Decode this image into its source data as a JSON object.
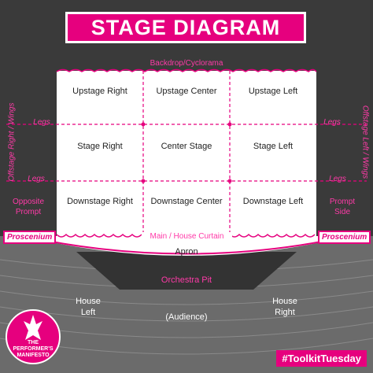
{
  "title": "STAGE DIAGRAM",
  "backdrop": "Backdrop/Cyclorama",
  "offstage_right": "Offstage Right / Wings",
  "offstage_left": "Offstage Left / Wings",
  "legs": "Legs",
  "opposite_prompt": "Opposite Prompt",
  "prompt_side": "Prompt Side",
  "proscenium": "Proscenium",
  "curtain": "Main / House Curtain",
  "apron": "Apron",
  "orchestra_pit": "Orchestra Pit",
  "house_left": "House Left",
  "house_right": "House Right",
  "audience": "(Audience)",
  "hashtag": "#ToolkitTuesday",
  "logo_text": "THE PERFORMER'S MANIFESTO",
  "grid": [
    [
      "Upstage Right",
      "Upstage Center",
      "Upstage Left"
    ],
    [
      "Stage Right",
      "Center Stage",
      "Stage Left"
    ],
    [
      "Downstage Right",
      "Downstage Center",
      "Downstage Left"
    ]
  ],
  "colors": {
    "accent": "#e6007e",
    "dark": "#3a3a3a",
    "stage": "#ffffff"
  }
}
